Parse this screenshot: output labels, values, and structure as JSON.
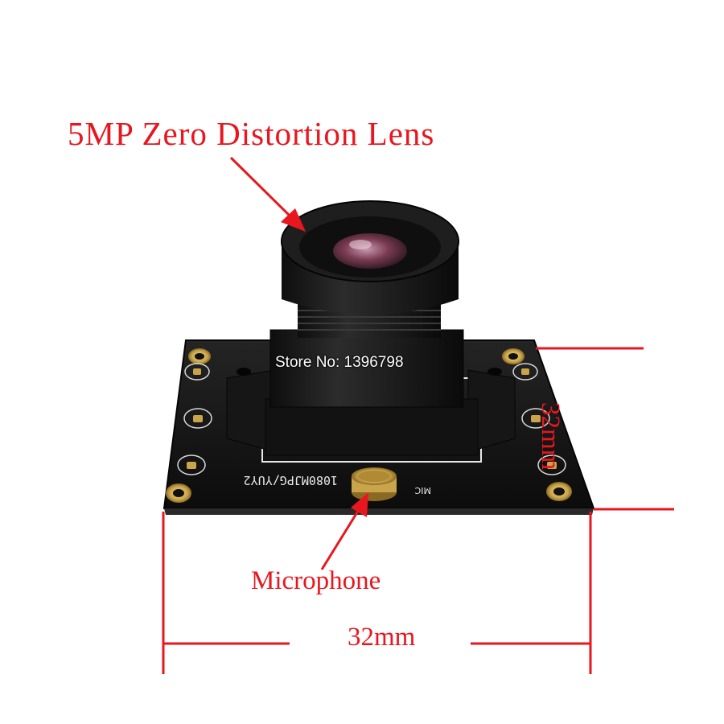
{
  "annotations": {
    "lens_label": "5MP Zero Distortion Lens",
    "mic_label": "Microphone",
    "width_label": "32mm",
    "height_label": "32mm"
  },
  "watermark": "Store No: 1396798",
  "pcb_text": {
    "format": "1080MJPG/YUY2",
    "mic": "MIC"
  },
  "colors": {
    "annotation": "#e8171f",
    "pcb": "#141414",
    "gold_pad": "#c9a44a",
    "lens_body": "#1b1b1b",
    "lens_glass": "#7a3b52"
  }
}
